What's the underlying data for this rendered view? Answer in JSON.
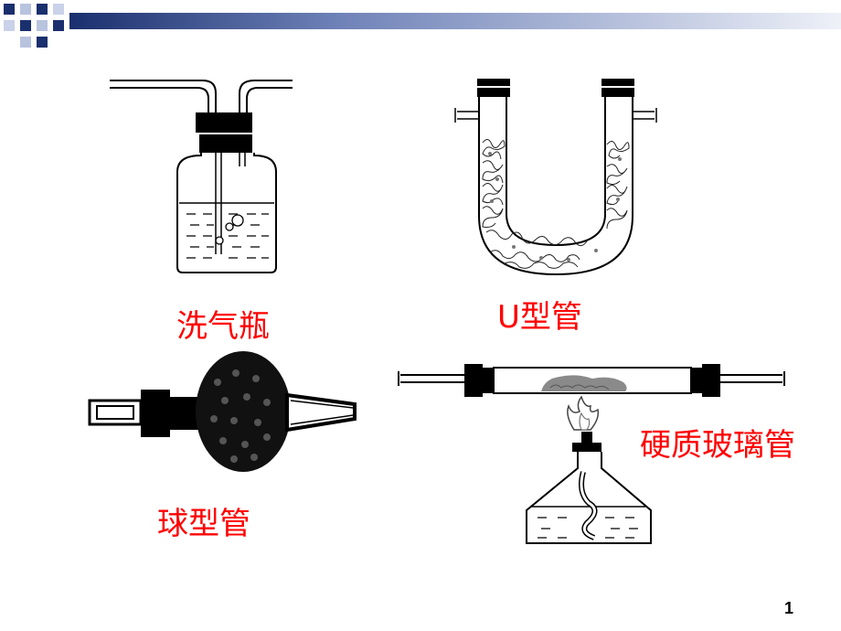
{
  "slide": {
    "labels": {
      "gas_washing_bottle": "洗气瓶",
      "u_tube": "U型管",
      "bulb_tube": "球型管",
      "hard_glass_tube": "硬质玻璃管"
    },
    "page_number": "1"
  },
  "colors": {
    "label": "#ff0000",
    "decor_bar_start": "#1a2f6e",
    "decor_bar_end": "#e8edf6",
    "ink": "#000000"
  }
}
